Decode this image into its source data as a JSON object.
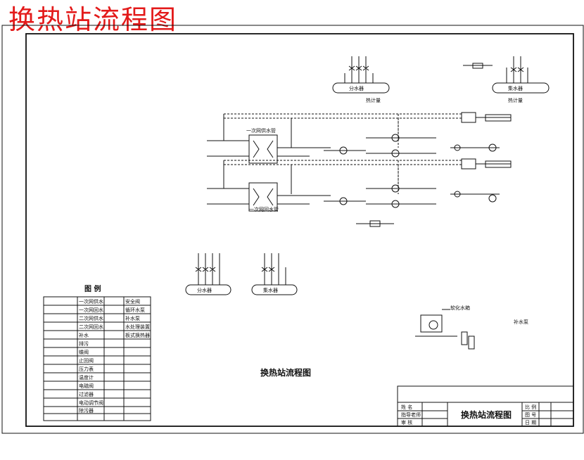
{
  "page": {
    "title": "换热站流程图"
  },
  "legend": {
    "title": "图 例",
    "left_items": [
      "一次网供水",
      "一次网回水",
      "二次网供水",
      "二次网回水",
      "补水",
      "排污",
      "蝶阀",
      "止回阀",
      "压力表",
      "温度计",
      "电磁阀",
      "过滤器",
      "电动调节阀",
      "除污器"
    ],
    "right_items": [
      "安全阀",
      "循环水泵",
      "补水泵",
      "水处理装置",
      "板式换热器"
    ]
  },
  "drawing": {
    "center_caption": "换热站流程图",
    "heat_exchanger_top_label": "一次网供水管",
    "heat_exchanger_bottom_label": "一次网回水管",
    "meter_labels": [
      "热计量",
      "热计量"
    ],
    "manifold_labels": [
      "分水器",
      "集水器",
      "分水器",
      "集水器"
    ],
    "tank_label": "软化水箱",
    "note_label": "补水泵"
  },
  "title_block": {
    "drawing_name": "换热站流程图",
    "left_rows": [
      "姓 名",
      "指导老师",
      "审 核"
    ],
    "right_rows": [
      "比 例",
      "图 号",
      "日 期"
    ]
  },
  "colors": {
    "title": "#e31a1a",
    "line": "#111111"
  }
}
